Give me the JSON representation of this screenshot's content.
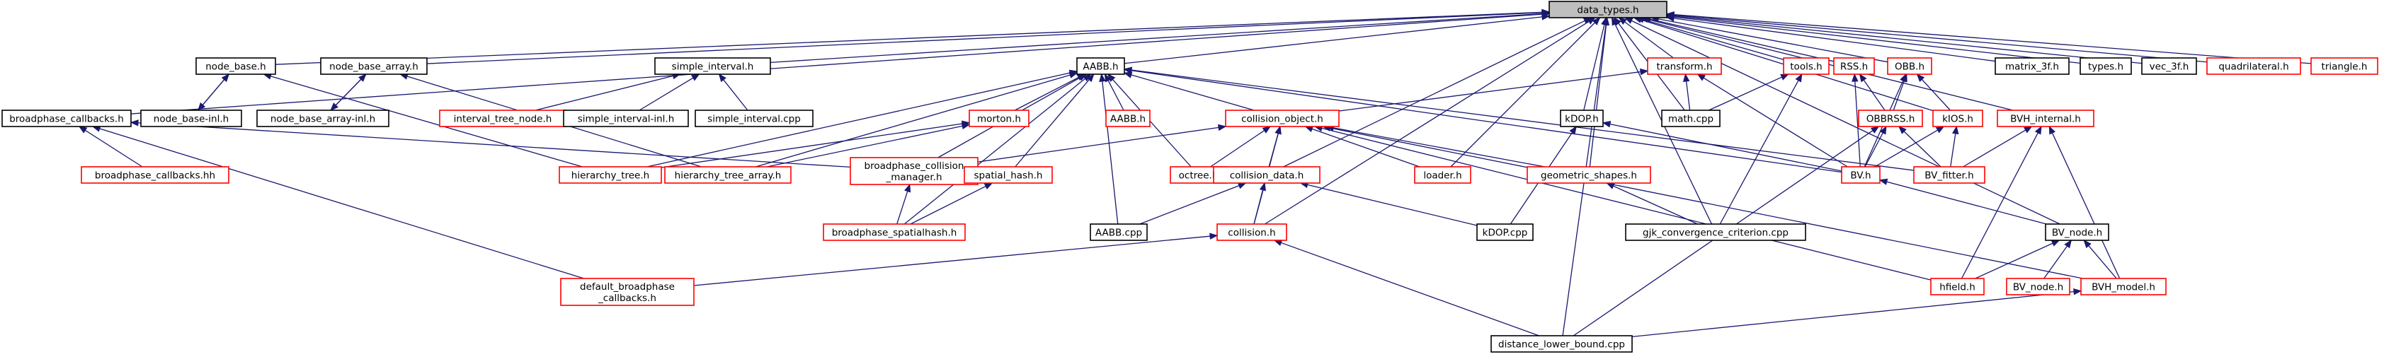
{
  "colors": {
    "edge": "#191970",
    "node_border_documented": "#000000",
    "node_border_undocumented": "#ff0000",
    "focus_fill": "#bfbfbf"
  },
  "nodes": [
    {
      "id": "data_types",
      "lines": [
        "data_types.h"
      ],
      "style": "focus"
    },
    {
      "id": "node_base",
      "lines": [
        "node_base.h"
      ],
      "style": "black"
    },
    {
      "id": "node_base_array",
      "lines": [
        "node_base_array.h"
      ],
      "style": "black"
    },
    {
      "id": "simple_interval",
      "lines": [
        "simple_interval.h"
      ],
      "style": "black"
    },
    {
      "id": "aabb_h",
      "lines": [
        "AABB.h"
      ],
      "style": "black"
    },
    {
      "id": "transform_h",
      "lines": [
        "transform.h"
      ],
      "style": "red"
    },
    {
      "id": "tools_h",
      "lines": [
        "tools.h"
      ],
      "style": "red"
    },
    {
      "id": "rss_h",
      "lines": [
        "RSS.h"
      ],
      "style": "red"
    },
    {
      "id": "obb_h",
      "lines": [
        "OBB.h"
      ],
      "style": "red"
    },
    {
      "id": "matrix_3f",
      "lines": [
        "matrix_3f.h"
      ],
      "style": "black"
    },
    {
      "id": "types_h",
      "lines": [
        "types.h"
      ],
      "style": "black"
    },
    {
      "id": "vec_3f",
      "lines": [
        "vec_3f.h"
      ],
      "style": "black"
    },
    {
      "id": "quadrilateral",
      "lines": [
        "quadrilateral.h"
      ],
      "style": "red"
    },
    {
      "id": "triangle",
      "lines": [
        "triangle.h"
      ],
      "style": "red"
    },
    {
      "id": "broadphase_callbacks_h",
      "lines": [
        "broadphase_callbacks.h"
      ],
      "style": "black"
    },
    {
      "id": "node_base_inl",
      "lines": [
        "node_base-inl.h"
      ],
      "style": "black"
    },
    {
      "id": "node_base_array_inl",
      "lines": [
        "node_base_array-inl.h"
      ],
      "style": "black"
    },
    {
      "id": "interval_tree_node",
      "lines": [
        "interval_tree_node.h"
      ],
      "style": "red"
    },
    {
      "id": "simple_interval_inl",
      "lines": [
        "simple_interval-inl.h"
      ],
      "style": "black"
    },
    {
      "id": "simple_interval_cpp",
      "lines": [
        "simple_interval.cpp"
      ],
      "style": "black"
    },
    {
      "id": "morton",
      "lines": [
        "morton.h"
      ],
      "style": "red"
    },
    {
      "id": "aabb_h2",
      "lines": [
        "AABB.h"
      ],
      "style": "red"
    },
    {
      "id": "collision_object",
      "lines": [
        "collision_object.h"
      ],
      "style": "red"
    },
    {
      "id": "kdop_h",
      "lines": [
        "kDOP.h"
      ],
      "style": "black"
    },
    {
      "id": "math_cpp",
      "lines": [
        "math.cpp"
      ],
      "style": "black"
    },
    {
      "id": "obbrss",
      "lines": [
        "OBBRSS.h"
      ],
      "style": "red"
    },
    {
      "id": "kios",
      "lines": [
        "kIOS.h"
      ],
      "style": "red"
    },
    {
      "id": "bvh_internal",
      "lines": [
        "BVH_internal.h"
      ],
      "style": "red"
    },
    {
      "id": "broadphase_callbacks_hh",
      "lines": [
        "broadphase_callbacks.hh"
      ],
      "style": "red"
    },
    {
      "id": "hierarchy_tree",
      "lines": [
        "hierarchy_tree.h"
      ],
      "style": "red"
    },
    {
      "id": "hierarchy_tree_array",
      "lines": [
        "hierarchy_tree_array.h"
      ],
      "style": "red"
    },
    {
      "id": "broadphase_collision_manager",
      "lines": [
        "broadphase_collision",
        "_manager.h"
      ],
      "style": "red"
    },
    {
      "id": "spatial_hash",
      "lines": [
        "spatial_hash.h"
      ],
      "style": "red"
    },
    {
      "id": "octree",
      "lines": [
        "octree.h"
      ],
      "style": "red"
    },
    {
      "id": "collision_data",
      "lines": [
        "collision_data.h"
      ],
      "style": "red"
    },
    {
      "id": "loader",
      "lines": [
        "loader.h"
      ],
      "style": "red"
    },
    {
      "id": "geometric_shapes",
      "lines": [
        "geometric_shapes.h"
      ],
      "style": "red"
    },
    {
      "id": "bv_h",
      "lines": [
        "BV.h"
      ],
      "style": "red"
    },
    {
      "id": "bv_fitter",
      "lines": [
        "BV_fitter.h"
      ],
      "style": "red"
    },
    {
      "id": "broadphase_spatialhash",
      "lines": [
        "broadphase_spatialhash.h"
      ],
      "style": "red"
    },
    {
      "id": "aabb_cpp",
      "lines": [
        "AABB.cpp"
      ],
      "style": "black"
    },
    {
      "id": "collision_h",
      "lines": [
        "collision.h"
      ],
      "style": "red"
    },
    {
      "id": "kdop_cpp",
      "lines": [
        "kDOP.cpp"
      ],
      "style": "black"
    },
    {
      "id": "gjk",
      "lines": [
        "gjk_convergence_criterion.cpp"
      ],
      "style": "black"
    },
    {
      "id": "bv_node_h",
      "lines": [
        "BV_node.h"
      ],
      "style": "black"
    },
    {
      "id": "default_broadphase",
      "lines": [
        "default_broadphase",
        "_callbacks.h"
      ],
      "style": "red"
    },
    {
      "id": "hfield",
      "lines": [
        "hfield.h"
      ],
      "style": "red"
    },
    {
      "id": "bv_node_h2",
      "lines": [
        "BV_node.h"
      ],
      "style": "red"
    },
    {
      "id": "bvh_model",
      "lines": [
        "BVH_model.h"
      ],
      "style": "red"
    },
    {
      "id": "distance_lower_bound",
      "lines": [
        "distance_lower_bound.cpp"
      ],
      "style": "black"
    }
  ],
  "edges": [
    [
      "data_types",
      "node_base"
    ],
    [
      "data_types",
      "node_base_array"
    ],
    [
      "data_types",
      "simple_interval"
    ],
    [
      "data_types",
      "aabb_h"
    ],
    [
      "data_types",
      "transform_h"
    ],
    [
      "data_types",
      "tools_h"
    ],
    [
      "data_types",
      "rss_h"
    ],
    [
      "data_types",
      "obb_h"
    ],
    [
      "data_types",
      "matrix_3f"
    ],
    [
      "data_types",
      "types_h"
    ],
    [
      "data_types",
      "vec_3f"
    ],
    [
      "data_types",
      "quadrilateral"
    ],
    [
      "data_types",
      "triangle"
    ],
    [
      "data_types",
      "broadphase_callbacks_h"
    ],
    [
      "data_types",
      "kdop_h"
    ],
    [
      "data_types",
      "math_cpp"
    ],
    [
      "data_types",
      "kios"
    ],
    [
      "data_types",
      "bvh_internal"
    ],
    [
      "data_types",
      "loader"
    ],
    [
      "data_types",
      "geometric_shapes"
    ],
    [
      "data_types",
      "collision_h"
    ],
    [
      "data_types",
      "gjk"
    ],
    [
      "data_types",
      "bv_node_h"
    ],
    [
      "data_types",
      "distance_lower_bound"
    ],
    [
      "data_types",
      "collision_data"
    ],
    [
      "node_base",
      "node_base_inl"
    ],
    [
      "node_base_inl",
      "node_base"
    ],
    [
      "node_base",
      "hierarchy_tree"
    ],
    [
      "node_base_array",
      "node_base_array_inl"
    ],
    [
      "node_base_array_inl",
      "node_base_array"
    ],
    [
      "node_base_array",
      "hierarchy_tree_array"
    ],
    [
      "simple_interval",
      "interval_tree_node"
    ],
    [
      "simple_interval",
      "simple_interval_inl"
    ],
    [
      "simple_interval",
      "simple_interval_cpp"
    ],
    [
      "aabb_h",
      "morton"
    ],
    [
      "aabb_h",
      "aabb_h2"
    ],
    [
      "aabb_h",
      "collision_object"
    ],
    [
      "aabb_h",
      "hierarchy_tree"
    ],
    [
      "aabb_h",
      "hierarchy_tree_array"
    ],
    [
      "aabb_h",
      "spatial_hash"
    ],
    [
      "aabb_h",
      "octree"
    ],
    [
      "aabb_h",
      "aabb_cpp"
    ],
    [
      "aabb_h",
      "broadphase_spatialhash"
    ],
    [
      "aabb_h",
      "bv_h"
    ],
    [
      "aabb_h",
      "bv_fitter"
    ],
    [
      "aabb_h",
      "broadphase_collision_manager"
    ],
    [
      "morton",
      "hierarchy_tree"
    ],
    [
      "morton",
      "hierarchy_tree_array"
    ],
    [
      "transform_h",
      "collision_object"
    ],
    [
      "transform_h",
      "math_cpp"
    ],
    [
      "transform_h",
      "bv_h"
    ],
    [
      "tools_h",
      "math_cpp"
    ],
    [
      "tools_h",
      "gjk"
    ],
    [
      "rss_h",
      "obbrss"
    ],
    [
      "rss_h",
      "bv_h"
    ],
    [
      "obb_h",
      "obbrss"
    ],
    [
      "obb_h",
      "bv_h"
    ],
    [
      "obb_h",
      "kios"
    ],
    [
      "obbrss",
      "bv_h"
    ],
    [
      "obbrss",
      "bv_fitter"
    ],
    [
      "obbrss",
      "distance_lower_bound"
    ],
    [
      "kios",
      "bv_h"
    ],
    [
      "kios",
      "bv_fitter"
    ],
    [
      "bvh_internal",
      "bv_fitter"
    ],
    [
      "bvh_internal",
      "hfield"
    ],
    [
      "bvh_internal",
      "bvh_model"
    ],
    [
      "kdop_h",
      "bv_h"
    ],
    [
      "kdop_h",
      "kdop_cpp"
    ],
    [
      "broadphase_callbacks_h",
      "broadphase_callbacks_hh"
    ],
    [
      "broadphase_callbacks_h",
      "default_broadphase"
    ],
    [
      "broadphase_callbacks_h",
      "broadphase_collision_manager"
    ],
    [
      "collision_object",
      "broadphase_collision_manager"
    ],
    [
      "collision_object",
      "octree"
    ],
    [
      "collision_object",
      "collision_data"
    ],
    [
      "collision_object",
      "loader"
    ],
    [
      "collision_object",
      "geometric_shapes"
    ],
    [
      "collision_object",
      "collision_h"
    ],
    [
      "collision_object",
      "hfield"
    ],
    [
      "collision_object",
      "bvh_model"
    ],
    [
      "broadphase_collision_manager",
      "broadphase_spatialhash"
    ],
    [
      "spatial_hash",
      "broadphase_spatialhash"
    ],
    [
      "collision_data",
      "aabb_cpp"
    ],
    [
      "collision_data",
      "collision_h"
    ],
    [
      "collision_data",
      "kdop_cpp"
    ],
    [
      "collision_h",
      "default_broadphase"
    ],
    [
      "collision_h",
      "distance_lower_bound"
    ],
    [
      "geometric_shapes",
      "gjk"
    ],
    [
      "bv_h",
      "bv_node_h"
    ],
    [
      "bv_node_h",
      "hfield"
    ],
    [
      "bv_node_h",
      "bv_node_h2"
    ],
    [
      "bv_node_h",
      "bvh_model"
    ],
    [
      "bvh_model",
      "distance_lower_bound"
    ]
  ]
}
